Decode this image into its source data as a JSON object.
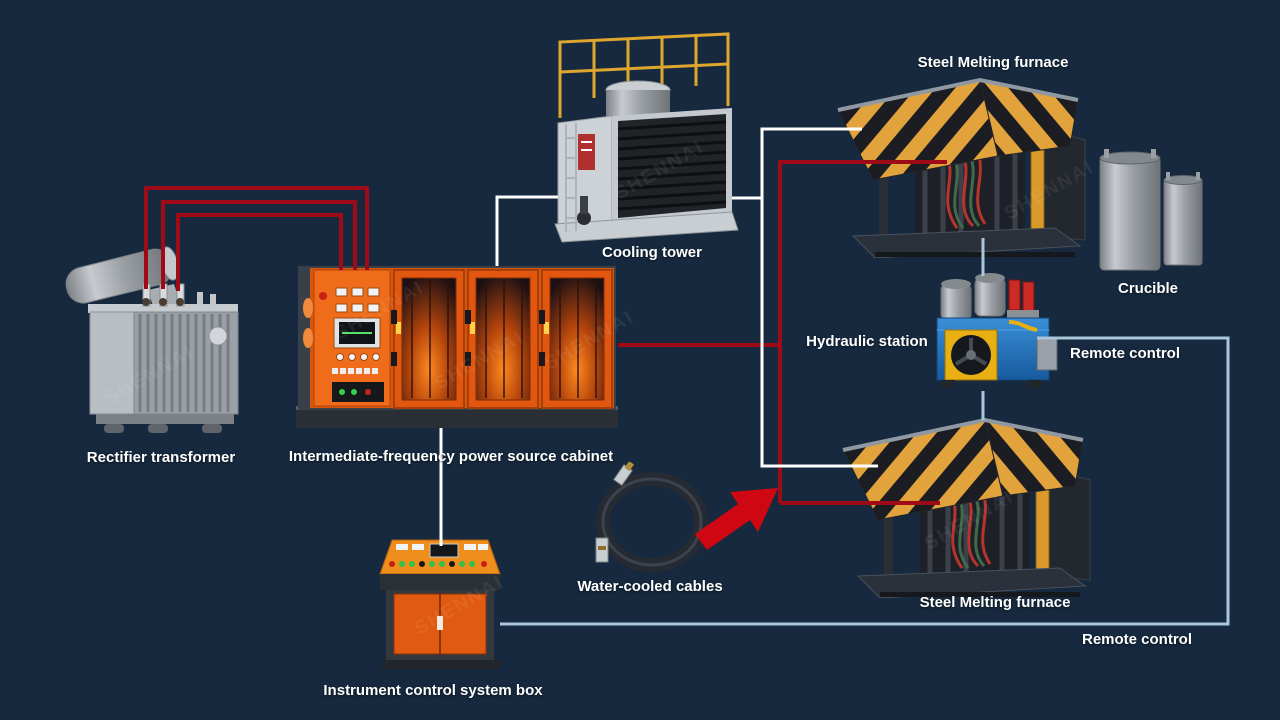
{
  "watermark": {
    "text": "SHENNAI"
  },
  "components": {
    "rectifier_transformer": {
      "label": "Rectifier transformer"
    },
    "power_cabinet": {
      "label": "Intermediate-frequency power source cabinet"
    },
    "cooling_tower": {
      "label": "Cooling tower"
    },
    "furnace_top": {
      "label": "Steel Melting furnace"
    },
    "crucible": {
      "label": "Crucible"
    },
    "hydraulic_station": {
      "label": "Hydraulic station"
    },
    "remote_control_top": {
      "label": "Remote control"
    },
    "water_cooled_cables": {
      "label": "Water-cooled cables"
    },
    "furnace_bottom": {
      "label": "Steel Melting furnace"
    },
    "remote_control_bottom": {
      "label": "Remote control"
    },
    "instrument_box": {
      "label": "Instrument control system box"
    }
  },
  "connections": [
    {
      "from": "rectifier-transformer",
      "to": "power-cabinet",
      "color": "dark-red",
      "count": 3
    },
    {
      "from": "power-cabinet",
      "to": "cooling-tower",
      "color": "white"
    },
    {
      "from": "cooling-tower",
      "to": "steel-melting-furnace-top",
      "color": "white"
    },
    {
      "from": "cooling-tower",
      "to": "steel-melting-furnace-bottom",
      "color": "white"
    },
    {
      "from": "power-cabinet",
      "to": "steel-melting-furnace-top",
      "color": "dark-red"
    },
    {
      "from": "power-cabinet",
      "to": "steel-melting-furnace-bottom",
      "color": "dark-red"
    },
    {
      "from": "power-cabinet",
      "to": "instrument-control-system-box",
      "color": "white"
    },
    {
      "from": "instrument-control-system-box",
      "to": "remote-control-loop",
      "color": "light-blue"
    },
    {
      "from": "hydraulic-station",
      "to": "remote-control-loop",
      "color": "light-blue"
    },
    {
      "from": "hydraulic-station",
      "to": "steel-melting-furnaces",
      "color": "light-blue"
    }
  ],
  "colors": {
    "background": "#16293e",
    "line_red": "#9e0b16",
    "line_white": "#ffffff",
    "line_blue": "#a9c6da",
    "arrow_red": "#cf0712",
    "hazard_yellow": "#e3a33c",
    "cabinet_orange": "#e7630f"
  }
}
